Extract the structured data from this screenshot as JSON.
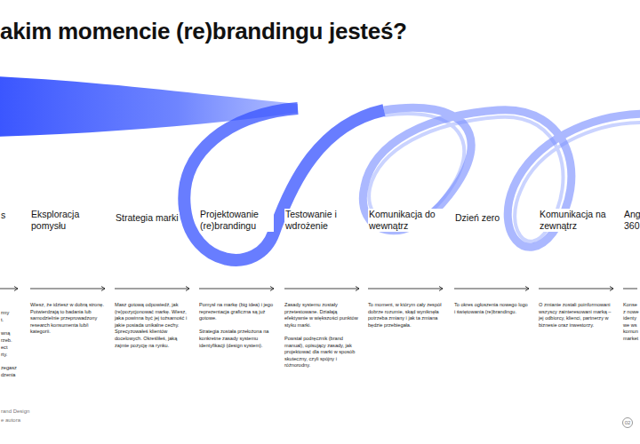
{
  "diagram": {
    "title": "akim momencie (re)brandingu jesteś?",
    "nodes": [
      {
        "text": [
          "Eksploracja pomysłu",
          "Wiesz, że idziesz w dobrą stronę. Potwierdzają to badania lub samodzielnie przeprowadzony research konsumenta lub/i kategorii."
        ]
      },
      {
        "text": [
          "Strategia marki",
          "Masz gotową odpowiedź, jak (re)pozycjonować markę. Wiesz, jaka powinna być jej tożsamość i jakie posiada unikalne cechy. Sprecyzowałeś klientów docelowych. Określiłeś, jaką zajmie pozycję na rynku."
        ]
      },
      {
        "text": [
          "Projektowanie (re)brandingu",
          "Pomysł na markę (big idea) i jego reprezentacja graficzna są już gotowe.",
          "Strategia została przełożona na konkretne zasady systemu identyfikacji (design system)."
        ]
      },
      {
        "text": [
          "Testowanie i wdrożenie",
          "Zasady systemu zostały przetestowane. Działają efektywnie w większości punktów styku marki.",
          "Powstał podręcznik (brand manual), opisujący zasady, jak projektować dla marki w sposób skuteczny, czyli spójny i różnorodny."
        ]
      },
      {
        "text": [
          "Komunikacja do wewnątrz",
          "To moment, w którym cały zespół dobrze rozumie, skąd wyniknęła potrzeba zmiany i jak ta zmiana będzie przebiegała."
        ]
      },
      {
        "text": [
          "Dzień zero",
          "To okres ogłoszenia nowego logo i świętowania (re)brandingu."
        ]
      },
      {
        "text": [
          "Komunikacja na zewnątrz",
          "O zmianie zostali poinformowani wszyscy zainteresowani marką – jej odbiorcy, klienci, partnerzy w biznesie oraz inwestorzy."
        ]
      },
      {
        "text": [
          "Ang 360",
          "Konse z nowe identy we ws komun market"
        ]
      }
    ],
    "labels": [
      "s",
      "rmy",
      "t.",
      "wną",
      "rzeb.",
      "ect",
      "rty.",
      "zegasz",
      "dzenia",
      "rand Design",
      "e autora",
      "02"
    ]
  }
}
